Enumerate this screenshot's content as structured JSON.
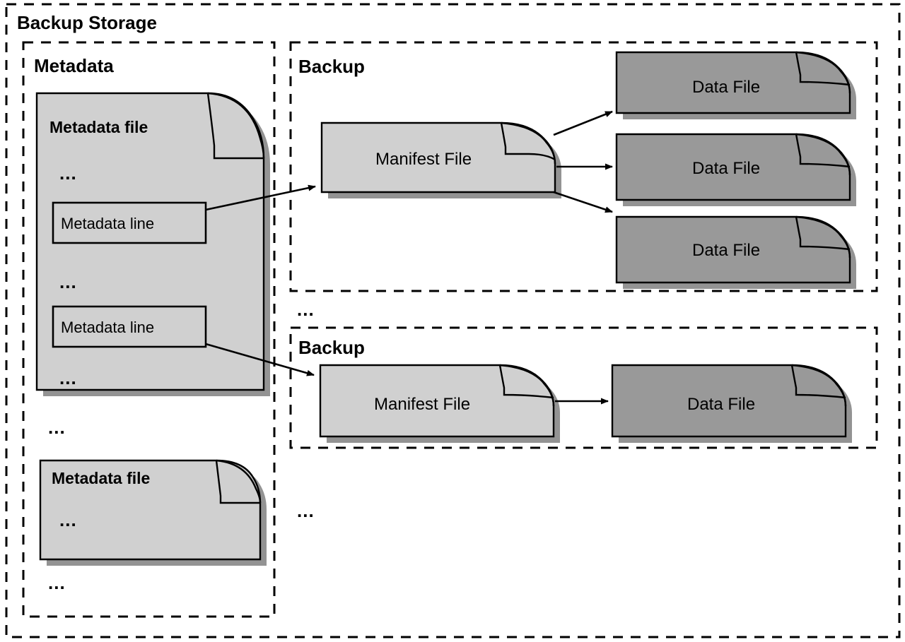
{
  "diagram": {
    "title": "Backup Storage",
    "colors": {
      "light_doc_fill": "#d0d0d0",
      "dark_doc_fill": "#999999",
      "shadow": "#808080",
      "stroke": "#000000",
      "background": "#ffffff"
    },
    "outer_container": {
      "label": "Backup Storage",
      "border_style": "dashed"
    },
    "metadata_panel": {
      "label": "Metadata",
      "border_style": "dashed",
      "files": [
        {
          "title": "Metadata file",
          "contents": [
            {
              "type": "ellipsis",
              "text": "..."
            },
            {
              "type": "line",
              "text": "Metadata line"
            },
            {
              "type": "ellipsis",
              "text": "..."
            },
            {
              "type": "line",
              "text": "Metadata line"
            },
            {
              "type": "ellipsis",
              "text": "..."
            }
          ]
        },
        {
          "title": "Metadata file",
          "contents": [
            {
              "type": "ellipsis",
              "text": "..."
            }
          ]
        }
      ],
      "separators": [
        {
          "text": "..."
        },
        {
          "text": "..."
        }
      ]
    },
    "backups": [
      {
        "label": "Backup",
        "border_style": "dashed",
        "manifest": {
          "label": "Manifest File"
        },
        "data_files": [
          {
            "label": "Data File"
          },
          {
            "label": "Data File"
          },
          {
            "label": "Data File"
          }
        ]
      },
      {
        "label": "Backup",
        "border_style": "dashed",
        "manifest": {
          "label": "Manifest File"
        },
        "data_files": [
          {
            "label": "Data File"
          }
        ]
      }
    ],
    "backup_separators": [
      {
        "text": "..."
      },
      {
        "text": "..."
      }
    ]
  }
}
